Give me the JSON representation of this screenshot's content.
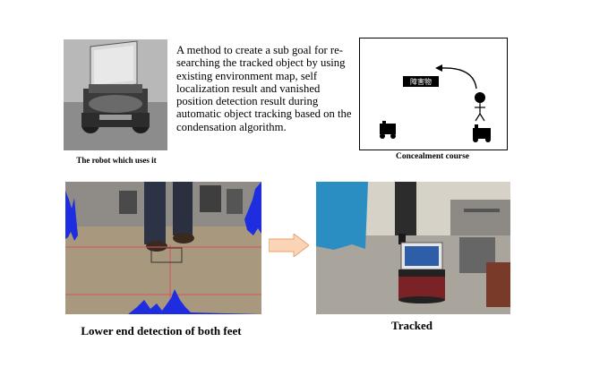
{
  "robot_caption": "The robot which uses it",
  "description": "A method to create a sub goal for re-searching the tracked object by using existing environment map, self localization result and vanished position detection result during automatic object tracking based on the condensation algorithm.",
  "course": {
    "obstacle_label": "障害物",
    "caption": "Concealment course"
  },
  "feet_caption": "Lower end detection of both feet",
  "tracked_caption": "Tracked",
  "colors": {
    "arrow_fill": "#fbd3b5",
    "arrow_stroke": "#e8a070",
    "histogram": "#1f2de0",
    "detection_lines": "#e05060"
  }
}
